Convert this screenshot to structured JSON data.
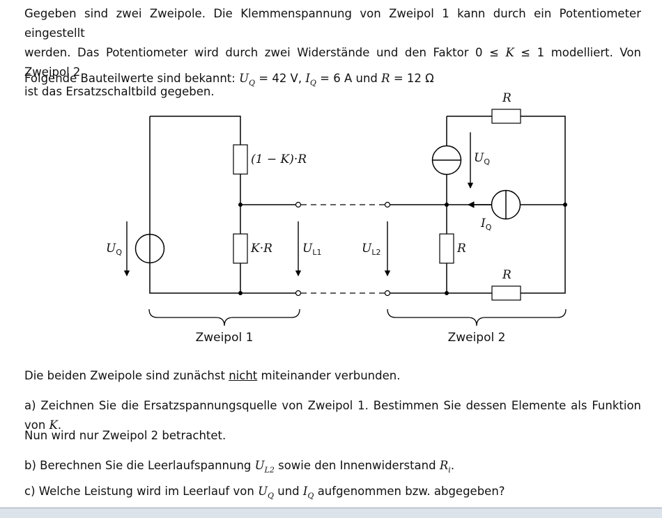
{
  "intro": {
    "line1": "Gegeben sind zwei Zweipole. Die Klemmenspannung von Zweipol 1 kann durch ein Potentiometer eingestellt",
    "line2_a": "werden. Das Potentiometer wird durch zwei Widerstände und den Faktor 0 ≤ ",
    "line2_k": "K",
    "line2_b": " ≤ 1 modelliert. Von Zweipol 2",
    "line3": "ist das Ersatzschaltbild gegeben."
  },
  "values": {
    "prefix": "Folgende Bauteilwerte sind bekannt: ",
    "uq_sym": "U",
    "uq_sub": "Q",
    "uq_val": " = 42 V, ",
    "iq_sym": "I",
    "iq_sub": "Q",
    "iq_val": " = 6 A und ",
    "r_sym": "R",
    "r_val": " = 12 Ω"
  },
  "circuit": {
    "res_top_left": "(1 − K)·R",
    "res_bottom_left": "K·R",
    "src_left_sym": "U",
    "src_left_sub": "Q",
    "ul1_sym": "U",
    "ul1_sub": "L1",
    "ul2_sym": "U",
    "ul2_sub": "L2",
    "src_right_v_sym": "U",
    "src_right_v_sub": "Q",
    "src_right_i_sym": "I",
    "src_right_i_sub": "Q",
    "res_top_right": "R",
    "res_mid_right": "R",
    "res_bottom_right": "R",
    "brace_left": "Zweipol 1",
    "brace_right": "Zweipol 2"
  },
  "text": {
    "not_connected_a": "Die beiden Zweipole sind zunächst ",
    "not_connected_u": "nicht",
    "not_connected_b": " miteinander verbunden.",
    "task_a_a": "a) Zeichnen Sie die Ersatzspannungsquelle von Zweipol 1. Bestimmen Sie dessen Elemente als Funktion von ",
    "task_a_k": "K",
    "task_a_end": ".",
    "only_zp2": "Nun wird nur Zweipol 2 betrachtet.",
    "task_b_a": "b) Berechnen Sie die Leerlaufspannung ",
    "task_b_u": "U",
    "task_b_usub": "L2",
    "task_b_b": " sowie den Innenwiderstand ",
    "task_b_r": "R",
    "task_b_rsub": "i",
    "task_b_end": ".",
    "task_c_a": "c) Welche Leistung wird im Leerlauf von ",
    "task_c_u": "U",
    "task_c_usub": "Q",
    "task_c_b": " und ",
    "task_c_i": "I",
    "task_c_isub": "Q",
    "task_c_c": " aufgenommen bzw. abgegeben?"
  }
}
